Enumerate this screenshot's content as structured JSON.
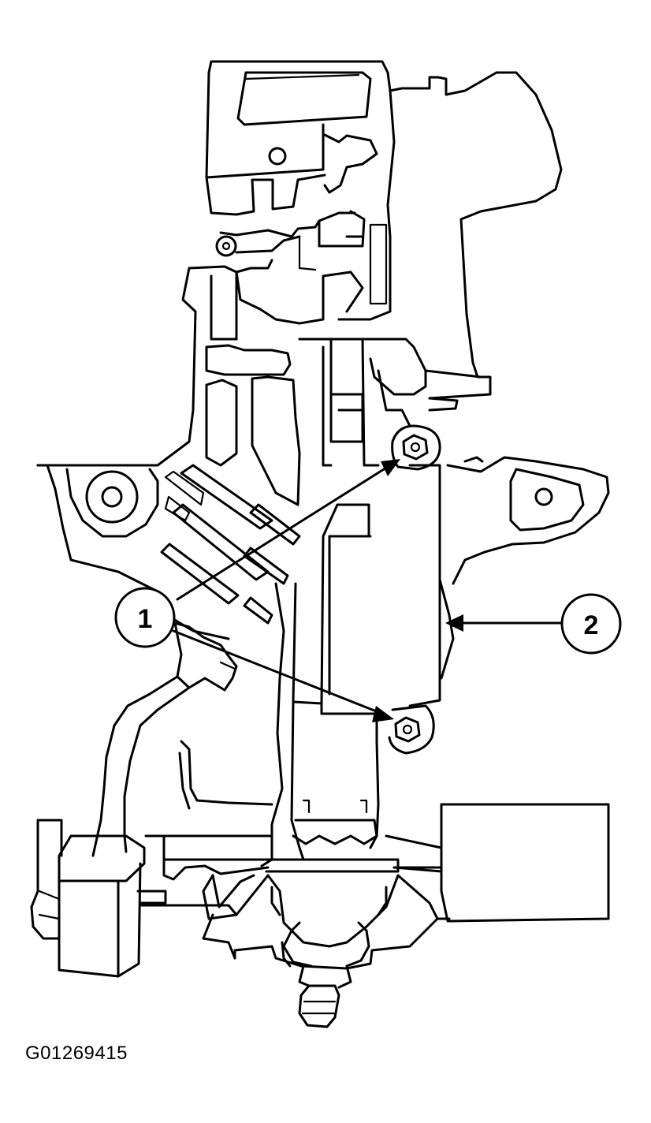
{
  "figure": {
    "code": "G01269415",
    "callouts": [
      {
        "label": "1"
      },
      {
        "label": "2"
      }
    ]
  }
}
